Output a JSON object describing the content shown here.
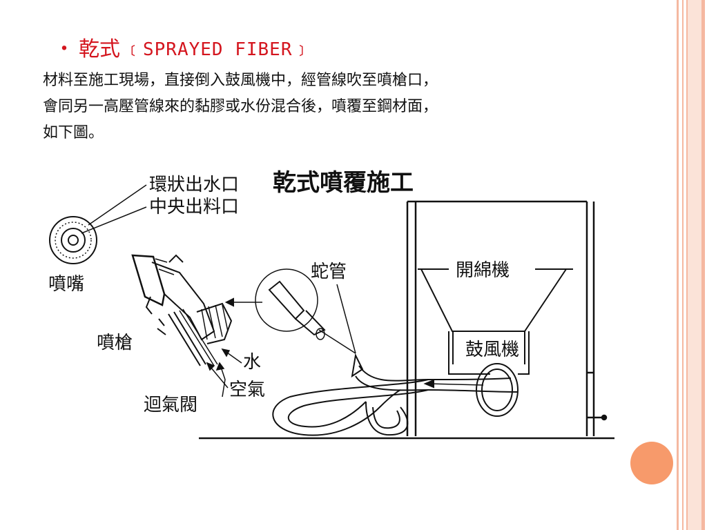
{
  "slide": {
    "bullet": {
      "dot": "・",
      "title": "乾式",
      "subtitle": "﹝SPRAYED FIBER﹞"
    },
    "body_lines": [
      "材料至施工現場，直接倒入鼓風機中，經管線吹至噴槍口，",
      "會同另一高壓管線來的黏膠或水份混合後，噴覆至鋼材面，",
      "如下圖。"
    ]
  },
  "figure": {
    "title": "乾式噴覆施工",
    "labels": {
      "ring_outlet": "環狀出水口",
      "center_outlet": "中央出料口",
      "nozzle": "噴嘴",
      "gun": "噴槍",
      "water": "水",
      "air": "空氣",
      "return_valve": "迴氣閥",
      "snake_hose": "蛇管",
      "opener": "開綿機",
      "blower": "鼓風機"
    }
  },
  "colors": {
    "accent_red": "#d4151e",
    "rail_peach": "#f5b8a0",
    "rail_light": "#fbd9cb",
    "orange_circle": "#f79a6b",
    "ink": "#111111"
  }
}
